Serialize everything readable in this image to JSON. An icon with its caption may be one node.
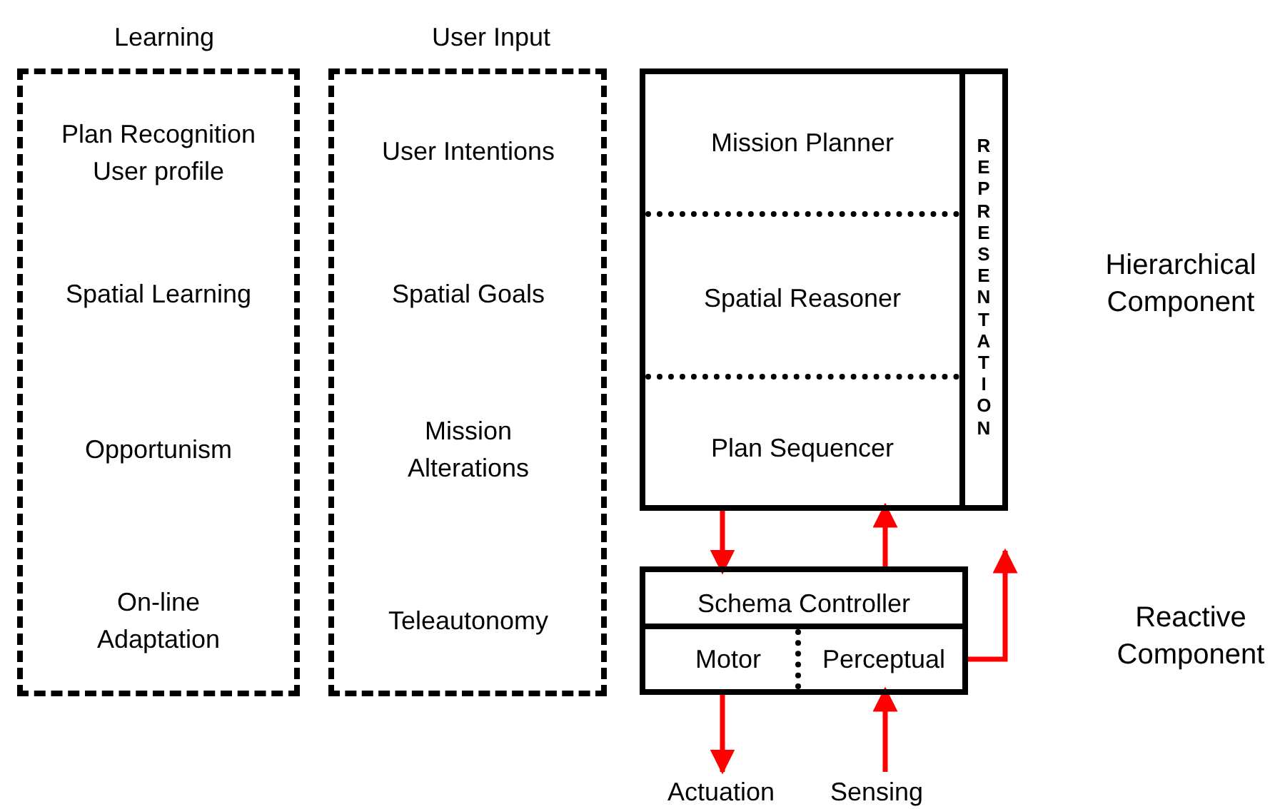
{
  "diagram": {
    "nodes": [
      {
        "text": [
          "Learning",
          "Plan Recognition User profile",
          "Spatial Learning",
          "Opportunism",
          "On-line Adaptation"
        ]
      },
      {
        "text": [
          "User Input",
          "User Intentions",
          "Spatial Goals",
          "Mission Alterations",
          "Teleautonomy"
        ]
      },
      {
        "text": [],
        "shape": "box"
      },
      {
        "text": [
          "Mission Planner"
        ],
        "in": 2
      },
      {
        "text": [
          "Spatial Reasoner"
        ],
        "in": 2
      },
      {
        "text": [
          "Plan Sequencer"
        ],
        "in": 2
      },
      {
        "text": [
          "REPRESENTATION"
        ],
        "in": 2
      },
      {
        "text": [],
        "shape": "box"
      },
      {
        "text": [
          "Schema Controller"
        ],
        "in": 7
      },
      {
        "text": [
          "Motor"
        ],
        "in": 7
      },
      {
        "text": [
          "Perceptual"
        ],
        "in": 7
      },
      {
        "text": [
          "Actuation"
        ]
      },
      {
        "text": [
          "Sensing"
        ]
      }
    ],
    "edges": [
      {
        "from": 5,
        "to": 8,
        "arrow": "to"
      },
      {
        "from": 8,
        "to": 5,
        "arrow": "to"
      },
      {
        "from": 10,
        "to": null,
        "arrow": "to"
      },
      {
        "from": 9,
        "to": 11,
        "arrow": "to"
      },
      {
        "from": 12,
        "to": 10,
        "arrow": "to"
      }
    ],
    "labels": [
      "Hierarchical Component",
      "Reactive Component"
    ]
  }
}
